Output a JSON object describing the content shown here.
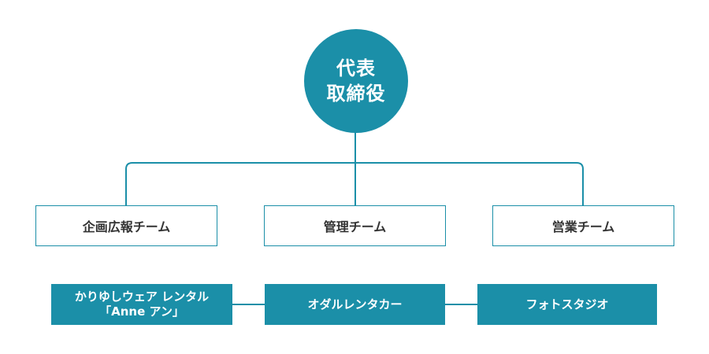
{
  "ceo": {
    "line1": "代表",
    "line2": "取締役"
  },
  "teams": [
    {
      "label": "企画広報チーム"
    },
    {
      "label": "管理チーム"
    },
    {
      "label": "営業チーム"
    }
  ],
  "brands": [
    {
      "line1": "かりゆしウェア レンタル",
      "line2": "「Anne アン」"
    },
    {
      "line1": "オダルレンタカー"
    },
    {
      "line1": "フォトスタジオ"
    }
  ],
  "colors": {
    "accent": "#1b8fa8",
    "text": "#333333"
  }
}
